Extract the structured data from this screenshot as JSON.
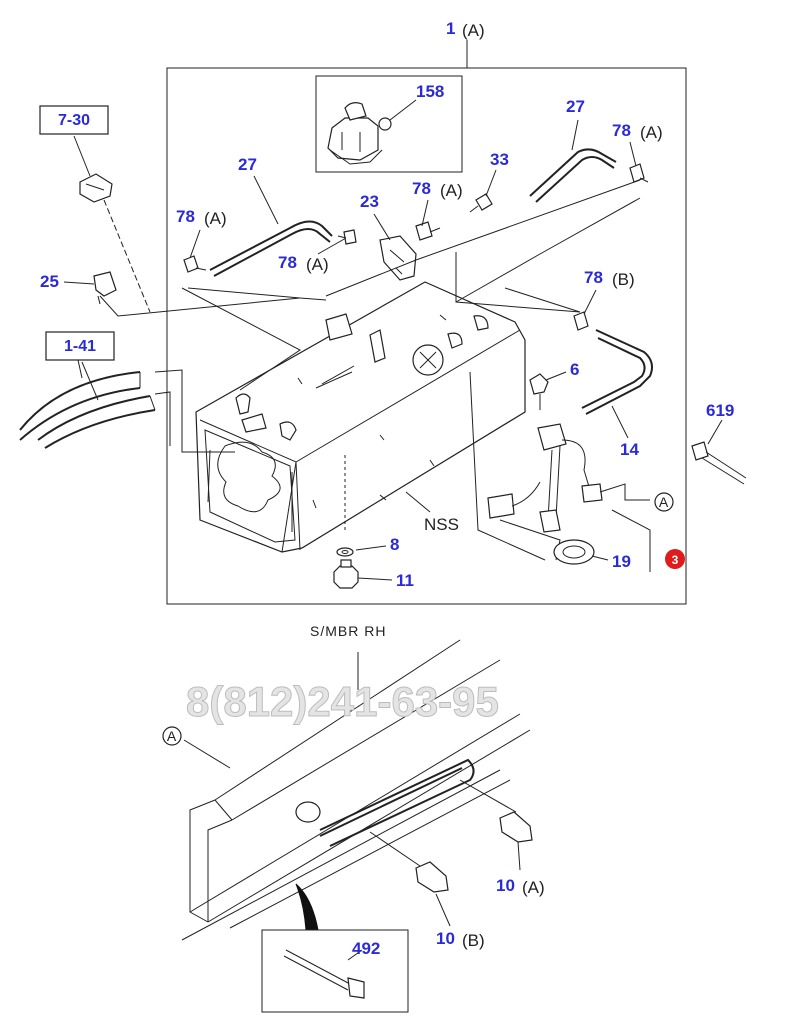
{
  "callouts": {
    "c1_num": "1",
    "c1_suf": "(A)",
    "c158": "158",
    "c27a": "27",
    "c27b": "27",
    "c78a_num": "78",
    "c78a_suf": "(A)",
    "c78b_num": "78",
    "c78b_suf": "(A)",
    "c78c_num": "78",
    "c78c_suf": "(A)",
    "c78d_num": "78",
    "c78d_suf": "(A)",
    "c78e_num": "78",
    "c78e_suf": "(B)",
    "c33": "33",
    "c23": "23",
    "c25": "25",
    "c6": "6",
    "c14": "14",
    "c8": "8",
    "c11": "11",
    "c19": "19",
    "c619": "619",
    "c10a_num": "10",
    "c10a_suf": "(A)",
    "c10b_num": "10",
    "c10b_suf": "(B)",
    "c492": "492"
  },
  "ref_boxes": {
    "r730": "7-30",
    "r141": "1-41"
  },
  "labels": {
    "nss": "NSS",
    "smbr": "S/MBR RH",
    "circle_a_1": "A",
    "circle_a_2": "A"
  },
  "watermark": {
    "phone": "8(812)241-63-95"
  },
  "badge": {
    "number": "3",
    "color": "#e01b1b"
  },
  "colors": {
    "callout": "#2b2bd6",
    "line": "#222222"
  }
}
